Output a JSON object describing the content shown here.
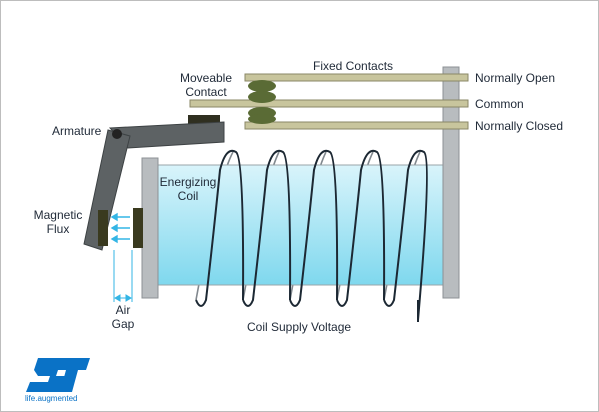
{
  "labels": {
    "fixed_contacts": "Fixed Contacts",
    "moveable_contact": [
      "Moveable",
      "Contact"
    ],
    "normally_open": "Normally Open",
    "common": "Common",
    "normally_closed": "Normally Closed",
    "armature": "Armature",
    "energizing_coil": [
      "Energizing",
      "Coil"
    ],
    "magnetic_flux": [
      "Magnetic",
      "Flux"
    ],
    "air_gap": [
      "Air",
      "Gap"
    ],
    "coil_supply_voltage": "Coil Supply Voltage"
  },
  "logo": {
    "text": "ST",
    "tagline": "life.augmented",
    "color": "#0a72c6"
  },
  "colors": {
    "contact_bar": "#c8c59d",
    "contact_blob": "#5a6b35",
    "coil_body_top": "#d9f4fb",
    "coil_body_bottom": "#7fd8ee",
    "flange": "#b8bcbf",
    "armature": "#5d6264",
    "pole": "#3a3a1f",
    "winding": "#1c2833",
    "flux_arrow": "#33b5e5"
  }
}
